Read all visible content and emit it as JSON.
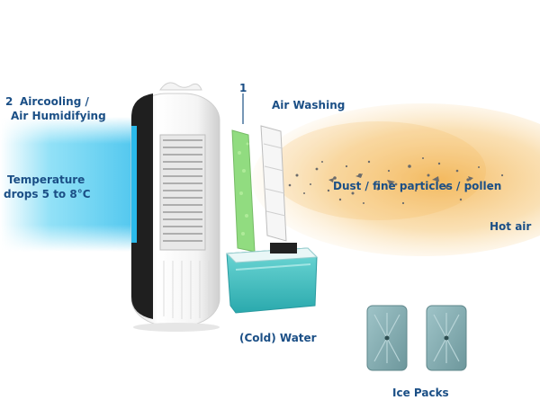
{
  "labels": {
    "step2_number": "2",
    "step2_line1": "Aircooling /",
    "step2_line2": "Air Humidifying",
    "step1_number": "1",
    "air_washing": "Air Washing",
    "temperature_line1": "Temperature",
    "temperature_line2": "drops 5 to 8°C",
    "dust": "Dust / fine particles / pollen",
    "hot_air": "Hot air",
    "cold_water": "(Cold) Water",
    "ice_packs": "Ice Packs"
  },
  "colors": {
    "label_text": "#1b4f86",
    "cool_air": "#39c8f0",
    "hot_air": "#f2b04a",
    "water": "#3cc0c0",
    "filter_green": "#7ed66a",
    "ice_pack": "#7fa9ae"
  }
}
